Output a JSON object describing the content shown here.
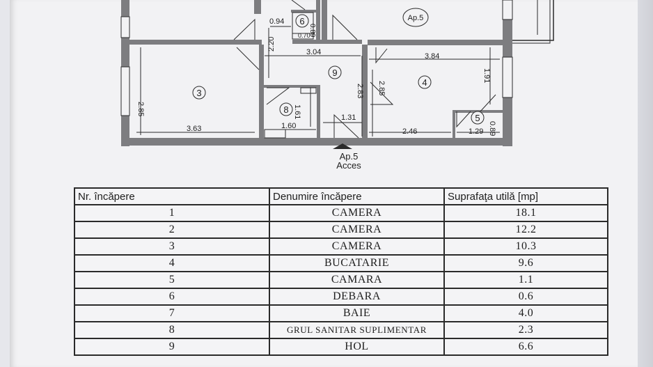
{
  "plan": {
    "rooms": [
      "3",
      "4",
      "5",
      "6",
      "8",
      "9",
      "Ap.5"
    ],
    "dimensions": [
      "0.94",
      "0.70",
      "0.89",
      "2.20",
      "3.04",
      "3.84",
      "2.85",
      "2.83",
      "2.85",
      "1.91",
      "1.61",
      "1.31",
      "3.63",
      "1.60",
      "2.46",
      "1.29",
      "0.89"
    ],
    "access": [
      "Ap.5",
      "Acces"
    ]
  },
  "table": {
    "headers": [
      "Nr. încăpere",
      "Denumire încăpere",
      "Suprafaţa utilă [mp]"
    ],
    "rows": [
      [
        "1",
        "CAMERA",
        "18.1"
      ],
      [
        "2",
        "CAMERA",
        "12.2"
      ],
      [
        "3",
        "CAMERA",
        "10.3"
      ],
      [
        "4",
        "BUCATARIE",
        "9.6"
      ],
      [
        "5",
        "CAMARA",
        "1.1"
      ],
      [
        "6",
        "DEBARA",
        "0.6"
      ],
      [
        "7",
        "BAIE",
        "4.0"
      ],
      [
        "8",
        "GRUL SANITAR SUPLIMENTAR",
        "2.3"
      ],
      [
        "9",
        "HOL",
        "6.6"
      ]
    ]
  }
}
